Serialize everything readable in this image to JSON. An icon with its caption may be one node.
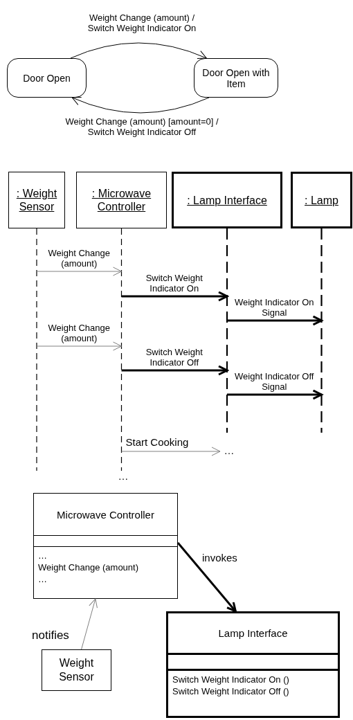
{
  "diagram": {
    "nodes": [
      {
        "text": [
          "Door Open"
        ]
      },
      {
        "text": [
          "Door Open with Item"
        ]
      },
      {
        "text": [
          ": Weight Sensor"
        ]
      },
      {
        "text": [
          ": Microwave Controller"
        ]
      },
      {
        "text": [
          ": Lamp Interface"
        ]
      },
      {
        "text": [
          ": Lamp"
        ]
      },
      {
        "text": [
          "…"
        ]
      },
      {
        "text": [
          "Microwave Controller",
          "…",
          "Weight Change (amount)",
          "…"
        ]
      },
      {
        "text": [
          "Lamp Interface",
          "Switch Weight Indicator On ()",
          "Switch Weight Indicator Off ()"
        ]
      },
      {
        "text": [
          "Weight Sensor"
        ]
      }
    ],
    "edges": [
      {
        "from": 0,
        "to": 1,
        "arrow": "to",
        "label": "Weight Change (amount) / Switch Weight Indicator On"
      },
      {
        "from": 1,
        "to": 0,
        "arrow": "to",
        "label": "Weight Change (amount) [amount=0] / Switch Weight Indicator Off"
      },
      {
        "from": 2,
        "to": 3,
        "arrow": "to",
        "label": "Weight Change (amount)",
        "color": "#808080"
      },
      {
        "from": 3,
        "to": 4,
        "arrow": "to",
        "label": "Switch Weight Indicator On",
        "style": "thick"
      },
      {
        "from": 4,
        "to": 5,
        "arrow": "to",
        "label": "Weight Indicator On Signal",
        "style": "thick"
      },
      {
        "from": 2,
        "to": 3,
        "arrow": "to",
        "label": "Weight Change (amount)",
        "color": "#808080"
      },
      {
        "from": 3,
        "to": 4,
        "arrow": "to",
        "label": "Switch Weight Indicator Off",
        "style": "thick"
      },
      {
        "from": 4,
        "to": 5,
        "arrow": "to",
        "label": "Weight Indicator Off Signal",
        "style": "thick"
      },
      {
        "from": 3,
        "to": 6,
        "arrow": "to",
        "label": "Start Cooking",
        "color": "#808080"
      },
      {
        "from": 7,
        "to": 8,
        "arrow": "to",
        "label": "invokes",
        "style": "thick"
      },
      {
        "from": 9,
        "to": 7,
        "arrow": "to",
        "label": "notifies",
        "color": "#808080"
      }
    ],
    "labels": [
      "…"
    ]
  }
}
